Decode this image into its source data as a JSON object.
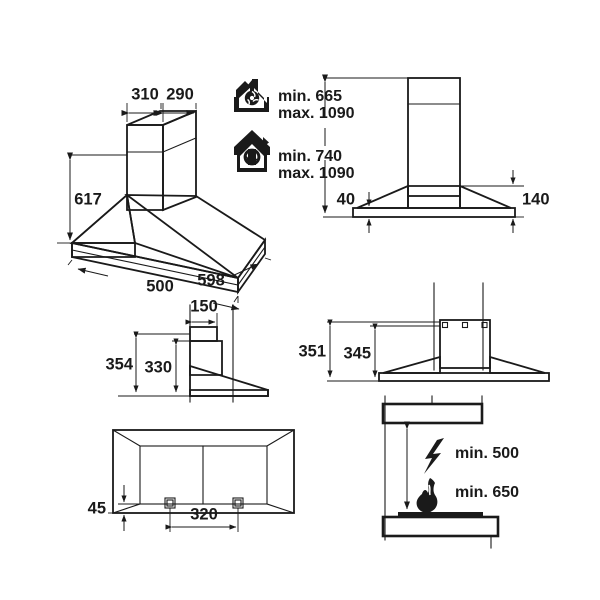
{
  "drawing": {
    "title": "Cooker hood installation dimension drawing",
    "units": "mm",
    "line_color": "#1a1a1a",
    "background_color": "#ffffff"
  },
  "views": {
    "isometric": {
      "name": "isometric-hood-view",
      "dimensions": {
        "chimney_upper_width": "310",
        "chimney_lower_width": "290",
        "total_height": "617",
        "depth": "500",
        "width": "598"
      }
    },
    "front_elevation": {
      "name": "front-elevation-view",
      "dimensions": {
        "canopy_edge_height": "40",
        "canopy_height": "140"
      }
    },
    "side_elevation": {
      "name": "side-elevation-view",
      "dimensions": {
        "duct_width": "150",
        "overall_height": "354",
        "body_height": "330"
      }
    },
    "rear_elevation": {
      "name": "rear-elevation-view",
      "dimensions": {
        "bracket_top_height": "351",
        "bracket_hole_height": "345"
      }
    },
    "bottom_view": {
      "name": "bottom-plan-view",
      "dimensions": {
        "edge_offset": "45",
        "mount_spacing": "320"
      }
    },
    "clearance_view": {
      "name": "clearance-view",
      "notes": [
        {
          "icon": "lightning-bolt-icon",
          "label": "min. 500"
        },
        {
          "icon": "flame-icon",
          "label": "min. 650"
        }
      ]
    }
  },
  "mode_notes": [
    {
      "icon": "house-exhaust-fan-icon",
      "min_label": "min. 665",
      "max_label": "max. 1090"
    },
    {
      "icon": "house-recirculation-fan-icon",
      "min_label": "min. 740",
      "max_label": "max. 1090"
    }
  ]
}
